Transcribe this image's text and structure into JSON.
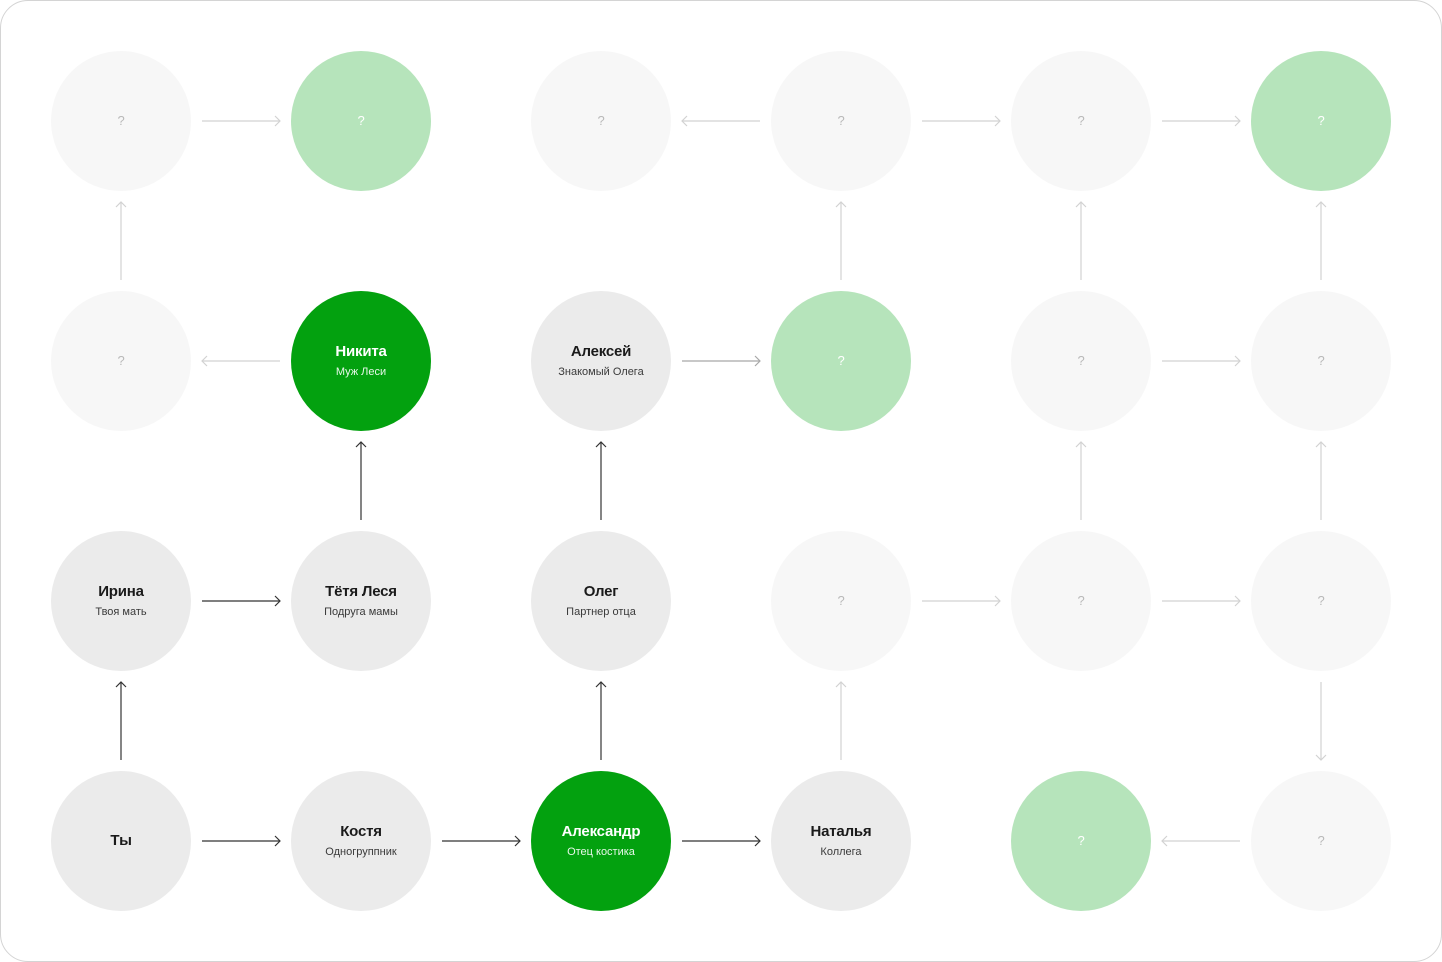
{
  "nodes": [
    {
      "id": "r0c0",
      "row": 0,
      "col": 0,
      "state": "unknown",
      "name": "?",
      "role": ""
    },
    {
      "id": "r0c1",
      "row": 0,
      "col": 1,
      "state": "hint",
      "name": "?",
      "role": ""
    },
    {
      "id": "r0c2",
      "row": 0,
      "col": 2,
      "state": "unknown",
      "name": "?",
      "role": ""
    },
    {
      "id": "r0c3",
      "row": 0,
      "col": 3,
      "state": "unknown",
      "name": "?",
      "role": ""
    },
    {
      "id": "r0c4",
      "row": 0,
      "col": 4,
      "state": "unknown",
      "name": "?",
      "role": ""
    },
    {
      "id": "r0c5",
      "row": 0,
      "col": 5,
      "state": "hint",
      "name": "?",
      "role": ""
    },
    {
      "id": "r1c0",
      "row": 1,
      "col": 0,
      "state": "unknown",
      "name": "?",
      "role": ""
    },
    {
      "id": "r1c1",
      "row": 1,
      "col": 1,
      "state": "active",
      "name": "Никита",
      "role": "Муж Леси"
    },
    {
      "id": "r1c2",
      "row": 1,
      "col": 2,
      "state": "known",
      "name": "Алексей",
      "role": "Знакомый Олега"
    },
    {
      "id": "r1c3",
      "row": 1,
      "col": 3,
      "state": "hint",
      "name": "?",
      "role": ""
    },
    {
      "id": "r1c4",
      "row": 1,
      "col": 4,
      "state": "unknown",
      "name": "?",
      "role": ""
    },
    {
      "id": "r1c5",
      "row": 1,
      "col": 5,
      "state": "unknown",
      "name": "?",
      "role": ""
    },
    {
      "id": "r2c0",
      "row": 2,
      "col": 0,
      "state": "known",
      "name": "Ирина",
      "role": "Твоя мать"
    },
    {
      "id": "r2c1",
      "row": 2,
      "col": 1,
      "state": "known",
      "name": "Тётя Леся",
      "role": "Подруга мамы"
    },
    {
      "id": "r2c2",
      "row": 2,
      "col": 2,
      "state": "known",
      "name": "Олег",
      "role": "Партнер отца"
    },
    {
      "id": "r2c3",
      "row": 2,
      "col": 3,
      "state": "unknown",
      "name": "?",
      "role": ""
    },
    {
      "id": "r2c4",
      "row": 2,
      "col": 4,
      "state": "unknown",
      "name": "?",
      "role": ""
    },
    {
      "id": "r2c5",
      "row": 2,
      "col": 5,
      "state": "unknown",
      "name": "?",
      "role": ""
    },
    {
      "id": "r3c0",
      "row": 3,
      "col": 0,
      "state": "known",
      "name": "Ты",
      "role": ""
    },
    {
      "id": "r3c1",
      "row": 3,
      "col": 1,
      "state": "known",
      "name": "Костя",
      "role": "Одногруппник"
    },
    {
      "id": "r3c2",
      "row": 3,
      "col": 2,
      "state": "active",
      "name": "Александр",
      "role": "Отец костика"
    },
    {
      "id": "r3c3",
      "row": 3,
      "col": 3,
      "state": "known",
      "name": "Наталья",
      "role": "Коллега"
    },
    {
      "id": "r3c4",
      "row": 3,
      "col": 4,
      "state": "hint",
      "name": "?",
      "role": ""
    },
    {
      "id": "r3c5",
      "row": 3,
      "col": 5,
      "state": "unknown",
      "name": "?",
      "role": ""
    }
  ],
  "edges": [
    {
      "from": "r3c0",
      "to": "r2c0",
      "style": "dark"
    },
    {
      "from": "r2c0",
      "to": "r1c0",
      "style": "none"
    },
    {
      "from": "r1c0",
      "to": "r0c0",
      "style": "faint"
    },
    {
      "from": "r1c1",
      "to": "r1c0",
      "style": "faint"
    },
    {
      "from": "r0c0",
      "to": "r0c1",
      "style": "faint"
    },
    {
      "from": "r2c1",
      "to": "r1c1",
      "style": "dark"
    },
    {
      "from": "r2c0",
      "to": "r2c1",
      "style": "dark"
    },
    {
      "from": "r3c0",
      "to": "r3c1",
      "style": "dark"
    },
    {
      "from": "r3c1",
      "to": "r3c2",
      "style": "dark"
    },
    {
      "from": "r3c2",
      "to": "r2c2",
      "style": "dark"
    },
    {
      "from": "r2c2",
      "to": "r1c2",
      "style": "dark"
    },
    {
      "from": "r1c2",
      "to": "r1c3",
      "style": "medium"
    },
    {
      "from": "r0c3",
      "to": "r0c2",
      "style": "faint"
    },
    {
      "from": "r1c3",
      "to": "r0c3",
      "style": "faint"
    },
    {
      "from": "r0c3",
      "to": "r0c4",
      "style": "faint"
    },
    {
      "from": "r0c4",
      "to": "r0c5",
      "style": "faint"
    },
    {
      "from": "r3c2",
      "to": "r3c3",
      "style": "dark"
    },
    {
      "from": "r3c3",
      "to": "r2c3",
      "style": "faint"
    },
    {
      "from": "r2c3",
      "to": "r2c4",
      "style": "faint"
    },
    {
      "from": "r2c4",
      "to": "r2c5",
      "style": "faint"
    },
    {
      "from": "r2c4",
      "to": "r1c4",
      "style": "faint"
    },
    {
      "from": "r1c4",
      "to": "r0c4",
      "style": "faint"
    },
    {
      "from": "r1c4",
      "to": "r1c5",
      "style": "faint"
    },
    {
      "from": "r2c5",
      "to": "r1c5",
      "style": "faint"
    },
    {
      "from": "r1c5",
      "to": "r0c5",
      "style": "faint"
    },
    {
      "from": "r2c5",
      "to": "r3c5",
      "style": "faint"
    },
    {
      "from": "r3c5",
      "to": "r3c4",
      "style": "faint"
    }
  ],
  "colors": {
    "active": "#03a10f",
    "hint": "#b6e4bb",
    "known": "#ebebeb",
    "unknown": "#f7f7f7",
    "edge_dark": "#333333",
    "edge_medium": "#a8a8a8",
    "edge_faint": "#d2d2d2"
  }
}
